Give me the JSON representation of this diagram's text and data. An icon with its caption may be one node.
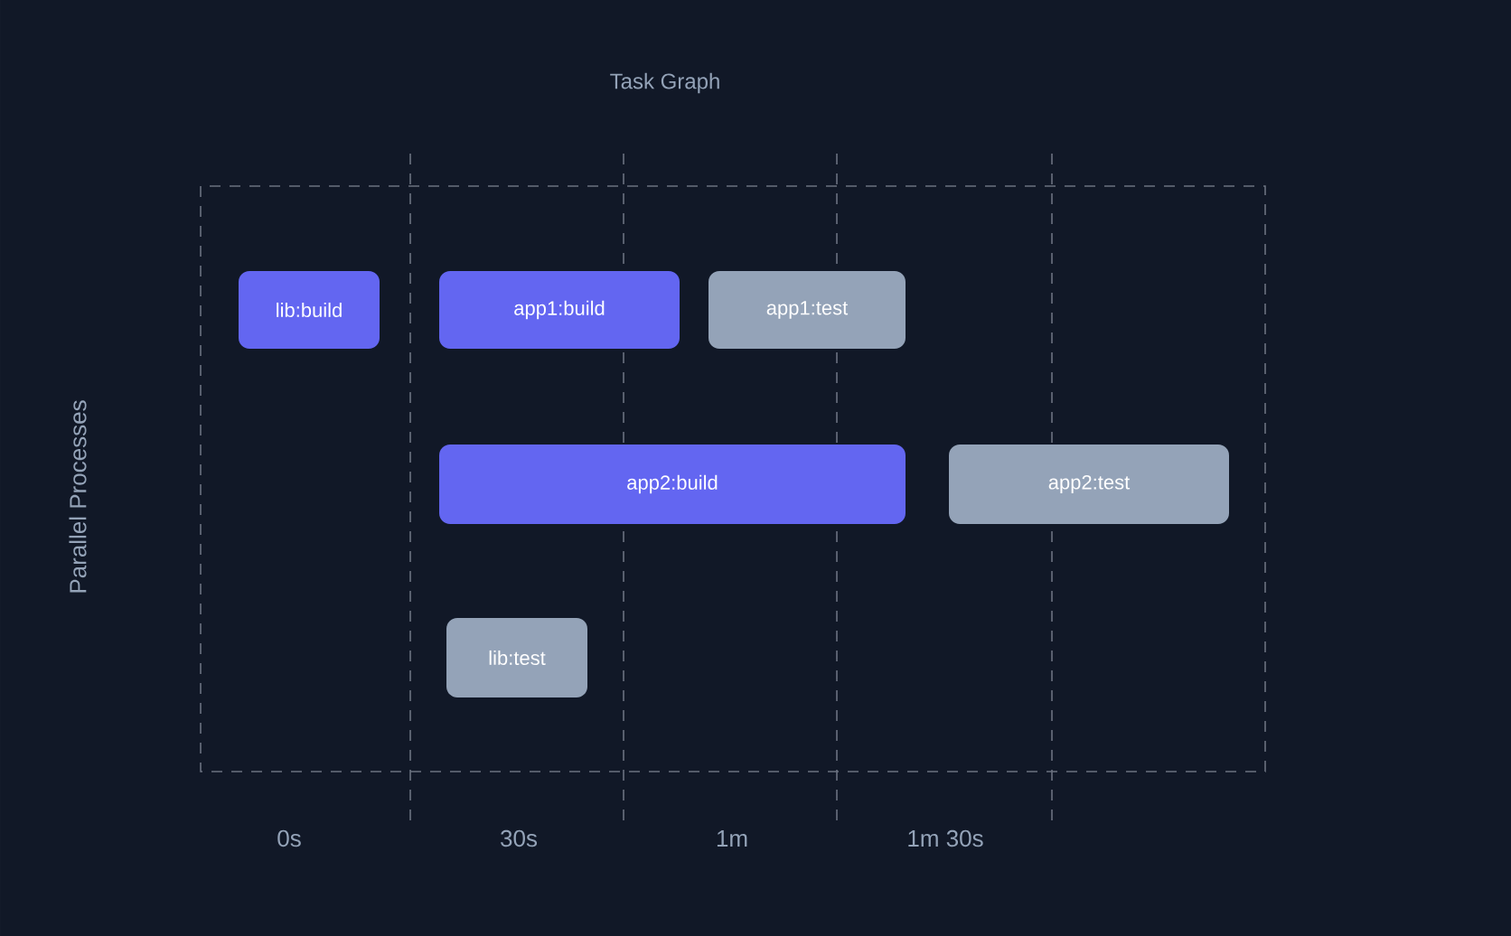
{
  "diagram": {
    "title": "Task Graph",
    "nodes": [
      {
        "text": [
          "lib:build"
        ]
      },
      {
        "text": [
          "app1:build"
        ]
      },
      {
        "text": [
          "app1:test"
        ]
      },
      {
        "text": [
          "app2:build"
        ]
      },
      {
        "text": [
          "app2:test"
        ]
      },
      {
        "text": [
          "lib:test"
        ]
      }
    ],
    "labels": [
      "Parallel Processes",
      "0s",
      "30s",
      "1m",
      "1m 30s"
    ]
  }
}
